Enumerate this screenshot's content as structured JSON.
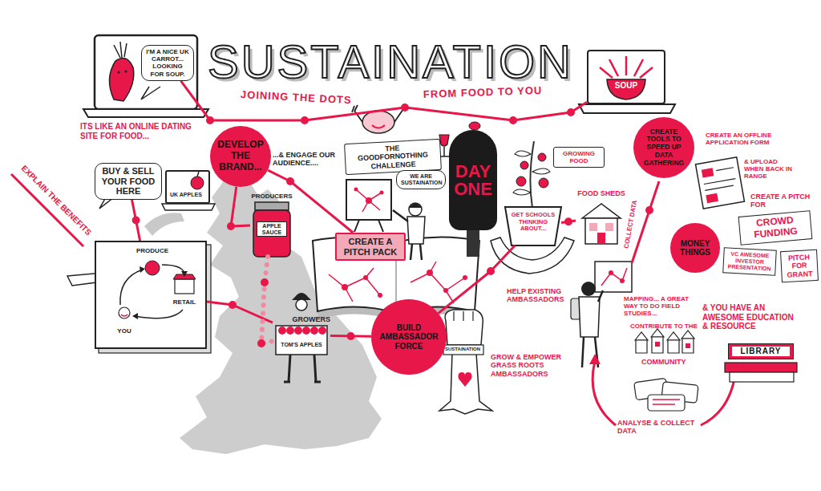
{
  "diagram": {
    "title": "SUSTAINATION",
    "nodes": [
      {
        "text": [
          "I'M A NICE UK CARROT... LOOKING FOR SOUP."
        ]
      },
      {
        "text": [
          "SOUP"
        ]
      },
      {
        "text": [
          "DEVELOP THE BRAND..."
        ]
      },
      {
        "text": [
          "BUY & SELL YOUR FOOD HERE"
        ]
      },
      {
        "text": [
          "UK APPLES"
        ]
      },
      {
        "text": [
          "PRODUCE",
          "RETAIL",
          "YOU"
        ]
      },
      {
        "text": [
          "PRODUCERS",
          "APPLE SAUCE"
        ]
      },
      {
        "text": [
          "GROWERS",
          "TOM'S APPLES"
        ]
      },
      {
        "text": [
          "THE GOODFORNOTHING CHALLENGE"
        ]
      },
      {
        "text": [
          "WE ARE SUSTAINATION"
        ]
      },
      {
        "text": [
          "CREATE A PITCH PACK"
        ]
      },
      {
        "text": [
          "DAY ONE"
        ]
      },
      {
        "text": [
          "GET SCHOOLS THINKING ABOUT..."
        ]
      },
      {
        "text": [
          "GROWING FOOD"
        ]
      },
      {
        "text": [
          "FOOD SHEDS"
        ]
      },
      {
        "text": [
          "BUILD AMBASSADOR FORCE"
        ]
      },
      {
        "text": [
          "CREATE TOOLS TO SPEED UP DATA GATHERING"
        ]
      },
      {
        "text": [
          "MONEY THINGS"
        ]
      },
      {
        "text": [
          "CROWD FUNDING"
        ]
      },
      {
        "text": [
          "VC AWESOME INVESTOR PRESENTATION"
        ]
      },
      {
        "text": [
          "PITCH FOR GRANT"
        ]
      },
      {
        "text": [
          "LIBRARY"
        ]
      }
    ],
    "edges": [
      {
        "from": 0,
        "to": 1,
        "arrow": "none"
      },
      {
        "from": 3,
        "to": 5,
        "arrow": "none"
      },
      {
        "from": 2,
        "to": 6,
        "arrow": "none"
      },
      {
        "from": 2,
        "to": 10,
        "arrow": "none"
      },
      {
        "from": 5,
        "to": 7,
        "arrow": "none"
      },
      {
        "from": 6,
        "to": 7,
        "arrow": "none"
      },
      {
        "from": 7,
        "to": 15,
        "arrow": "none"
      },
      {
        "from": 15,
        "to": 12,
        "arrow": "none"
      },
      {
        "from": 12,
        "to": 14,
        "arrow": "none"
      }
    ],
    "labels": [
      "JOINING THE DOTS",
      "FROM FOOD TO YOU",
      "ITS LIKE AN ONLINE DATING SITE FOR FOOD...",
      "EXPLAIN THE BENEFITS",
      "...& ENGAGE OUR AUDIENCE....",
      "HELP EXISTING AMBASSADORS",
      "GROW & EMPOWER GRASS ROOTS AMBASSADORS",
      "SUSTAINATION",
      "COLLECT DATA",
      "CREATE AN OFFLINE APPLICATION FORM",
      "& UPLOAD WHEN BACK IN RANGE",
      "CREATE A PITCH FOR",
      "MAPPING... A GREAT WAY TO DO FIELD STUDIES...",
      "CONTRIBUTE TO THE",
      "COMMUNITY",
      "& YOU HAVE AN AWESOME EDUCATION & RESOURCE",
      "ANALYSE & COLLECT DATA"
    ]
  }
}
